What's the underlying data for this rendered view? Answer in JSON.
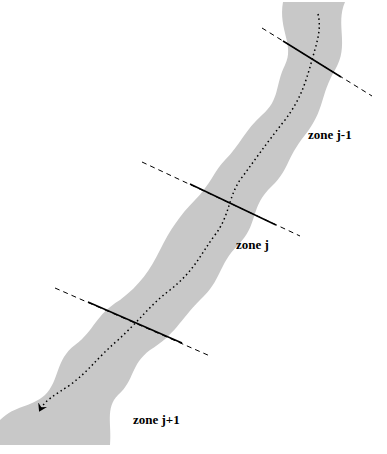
{
  "diagram": {
    "labels": [
      "zone j-1",
      "zone j",
      "zone j+1"
    ]
  }
}
